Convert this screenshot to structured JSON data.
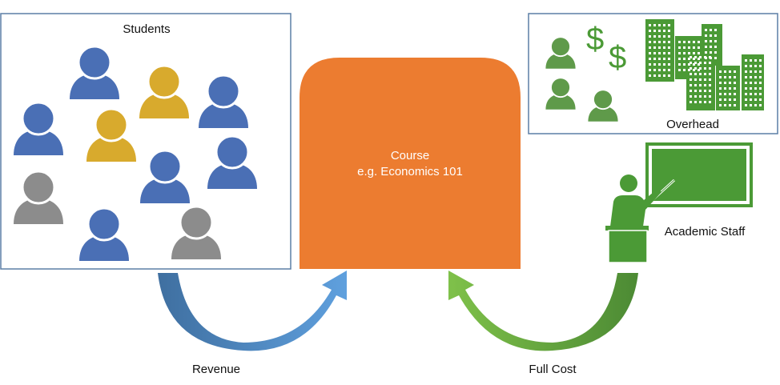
{
  "students": {
    "title": "Students",
    "people": [
      {
        "color": "#4a6fb5"
      },
      {
        "color": "#d8aa2d"
      },
      {
        "color": "#4a6fb5"
      },
      {
        "color": "#4a6fb5"
      },
      {
        "color": "#d8aa2d"
      },
      {
        "color": "#4a6fb5"
      },
      {
        "color": "#4a6fb5"
      },
      {
        "color": "#8c8c8c"
      },
      {
        "color": "#4a6fb5"
      },
      {
        "color": "#8c8c8c"
      }
    ]
  },
  "course": {
    "line1": "Course",
    "line2": "e.g. Economics 101",
    "color": "#ec7c30"
  },
  "overhead": {
    "title": "Overhead",
    "dollar": "$",
    "color": "#4b9a36"
  },
  "academic_staff": {
    "label": "Academic Staff",
    "color": "#4b9a36"
  },
  "flows": {
    "revenue": {
      "label": "Revenue",
      "color": "#4f86c6"
    },
    "full_cost": {
      "label": "Full Cost",
      "color": "#5a9a3a"
    }
  },
  "colors": {
    "frame_border": "#5b7fa6",
    "blue": "#4a6fb5",
    "gold": "#d8aa2d",
    "gray": "#8c8c8c",
    "green": "#4b9a36",
    "orange": "#ec7c30"
  }
}
